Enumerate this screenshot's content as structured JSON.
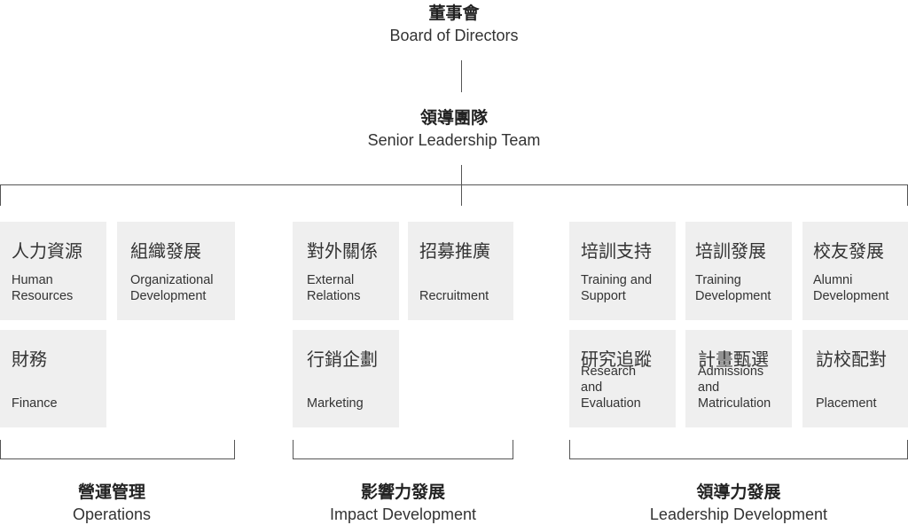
{
  "board": {
    "zh": "董事會",
    "en": "Board of Directors"
  },
  "leadership": {
    "zh": "領導團隊",
    "en": "Senior Leadership Team"
  },
  "units": [
    {
      "zh": "人力資源",
      "en": "Human\nResources"
    },
    {
      "zh": "組織發展",
      "en": "Organizational\nDevelopment"
    },
    {
      "zh": "財務",
      "en": "Finance"
    },
    {
      "zh": "對外關係",
      "en": "External\nRelations"
    },
    {
      "zh": "招募推廣",
      "en": "Recruitment"
    },
    {
      "zh": "行銷企劃",
      "en": "Marketing"
    },
    {
      "zh": "培訓支持",
      "en": "Training and\nSupport"
    },
    {
      "zh": "培訓發展",
      "en": "Training\nDevelopment"
    },
    {
      "zh": "校友發展",
      "en": "Alumni\nDevelopment"
    },
    {
      "zh": "研究追蹤",
      "en": "Research\nand\nEvaluation"
    },
    {
      "zh": "計畫甄選",
      "en": "Admissions\nand\nMatriculation"
    },
    {
      "zh": "訪校配對",
      "en": "Placement"
    }
  ],
  "groups": [
    {
      "zh": "營運管理",
      "en": "Operations"
    },
    {
      "zh": "影響力發展",
      "en": "Impact Development"
    },
    {
      "zh": "領導力發展",
      "en": "Leadership Development"
    }
  ]
}
